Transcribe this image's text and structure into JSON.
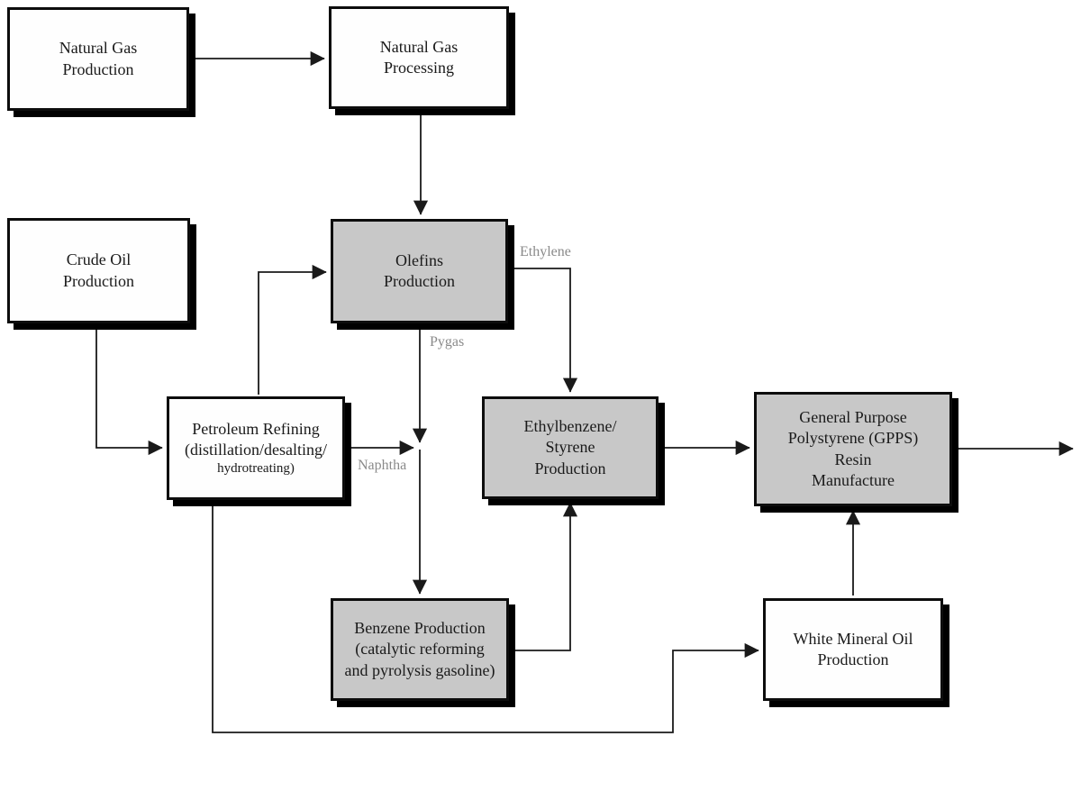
{
  "diagram": {
    "colors": {
      "box_gray": "#c8c8c8",
      "box_white": "#fefefe",
      "line": "#1a1a1a",
      "shadow": "#000000",
      "edge_label": "#8a8a8a"
    },
    "nodes": [
      {
        "id": "natural-gas-production",
        "fill": "white",
        "lines": [
          "Natural Gas",
          "Production"
        ]
      },
      {
        "id": "natural-gas-processing",
        "fill": "white",
        "lines": [
          "Natural Gas",
          "Processing"
        ]
      },
      {
        "id": "crude-oil-production",
        "fill": "white",
        "lines": [
          "Crude Oil",
          "Production"
        ]
      },
      {
        "id": "olefins-production",
        "fill": "gray",
        "lines": [
          "Olefins",
          "Production"
        ]
      },
      {
        "id": "petroleum-refining",
        "fill": "white",
        "lines": [
          "Petroleum Refining",
          "(distillation/desalting/",
          "hydrotreating)"
        ]
      },
      {
        "id": "ethylbenzene-styrene-production",
        "fill": "gray",
        "lines": [
          "Ethylbenzene/",
          "Styrene",
          "Production"
        ]
      },
      {
        "id": "gpps-resin-manufacture",
        "fill": "gray",
        "lines": [
          "General Purpose",
          "Polystyrene (GPPS)",
          "Resin",
          "Manufacture"
        ]
      },
      {
        "id": "benzene-production",
        "fill": "gray",
        "lines": [
          "Benzene Production",
          "(catalytic reforming",
          "and pyrolysis gasoline)"
        ]
      },
      {
        "id": "white-mineral-oil-production",
        "fill": "white",
        "lines": [
          "White Mineral Oil",
          "Production"
        ]
      }
    ],
    "edge_labels": [
      {
        "id": "ethylene",
        "text": "Ethylene"
      },
      {
        "id": "pygas",
        "text": "Pygas"
      },
      {
        "id": "naphtha",
        "text": "Naphtha"
      }
    ]
  }
}
